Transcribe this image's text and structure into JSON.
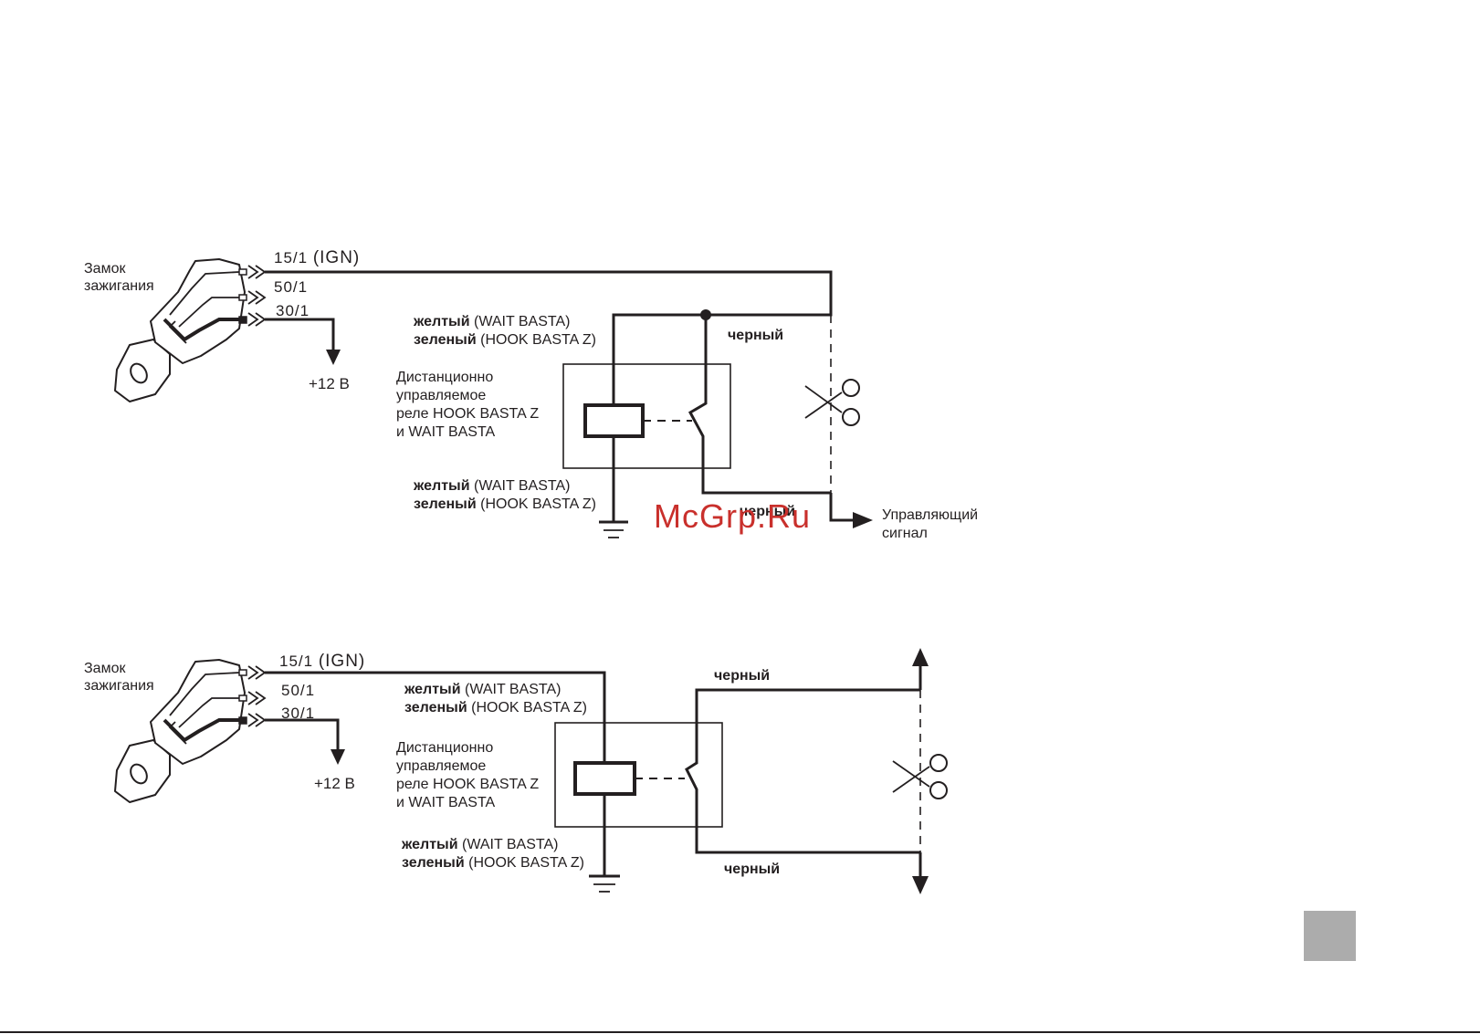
{
  "diagram1": {
    "lock_label": [
      "Замок",
      "зажигания"
    ],
    "pin_ign": "15/1",
    "pin_ign_tag": "(IGN)",
    "pin_start": "50/1",
    "pin_battery": "30/1",
    "supply": "+12 В",
    "relay_top_wire": {
      "color1": "желтый",
      "note1": "(WAIT BASTA)",
      "color2": "зеленый",
      "note2": "(HOOK BASTA Z)"
    },
    "relay_bottom_wire": {
      "color1": "желтый",
      "note1": "(WAIT BASTA)",
      "color2": "зеленый",
      "note2": "(HOOK BASTA Z)"
    },
    "relay_label": [
      "Дистанционно",
      "управляемое",
      "реле HOOK BASTA Z",
      "и WAIT BASTA"
    ],
    "black_top": "черный",
    "black_bottom": "черный",
    "control_signal": [
      "Управляющий",
      "сигнал"
    ]
  },
  "diagram2": {
    "lock_label": [
      "Замок",
      "зажигания"
    ],
    "pin_ign": "15/1",
    "pin_ign_tag": "(IGN)",
    "pin_start": "50/1",
    "pin_battery": "30/1",
    "supply": "+12 В",
    "relay_top_wire": {
      "color1": "желтый",
      "note1": "(WAIT BASTA)",
      "color2": "зеленый",
      "note2": "(HOOK BASTA Z)"
    },
    "relay_bottom_wire": {
      "color1": "желтый",
      "note1": "(WAIT BASTA)",
      "color2": "зеленый",
      "note2": "(HOOK BASTA Z)"
    },
    "relay_label": [
      "Дистанционно",
      "управляемое",
      "реле HOOK BASTA Z",
      "и WAIT BASTA"
    ],
    "black_top": "черный",
    "black_bottom": "черный"
  },
  "watermark": "McGrp.Ru",
  "colors": {
    "line": "#231f20",
    "watermark": "#c9302c",
    "page_tab": "#acacac"
  }
}
